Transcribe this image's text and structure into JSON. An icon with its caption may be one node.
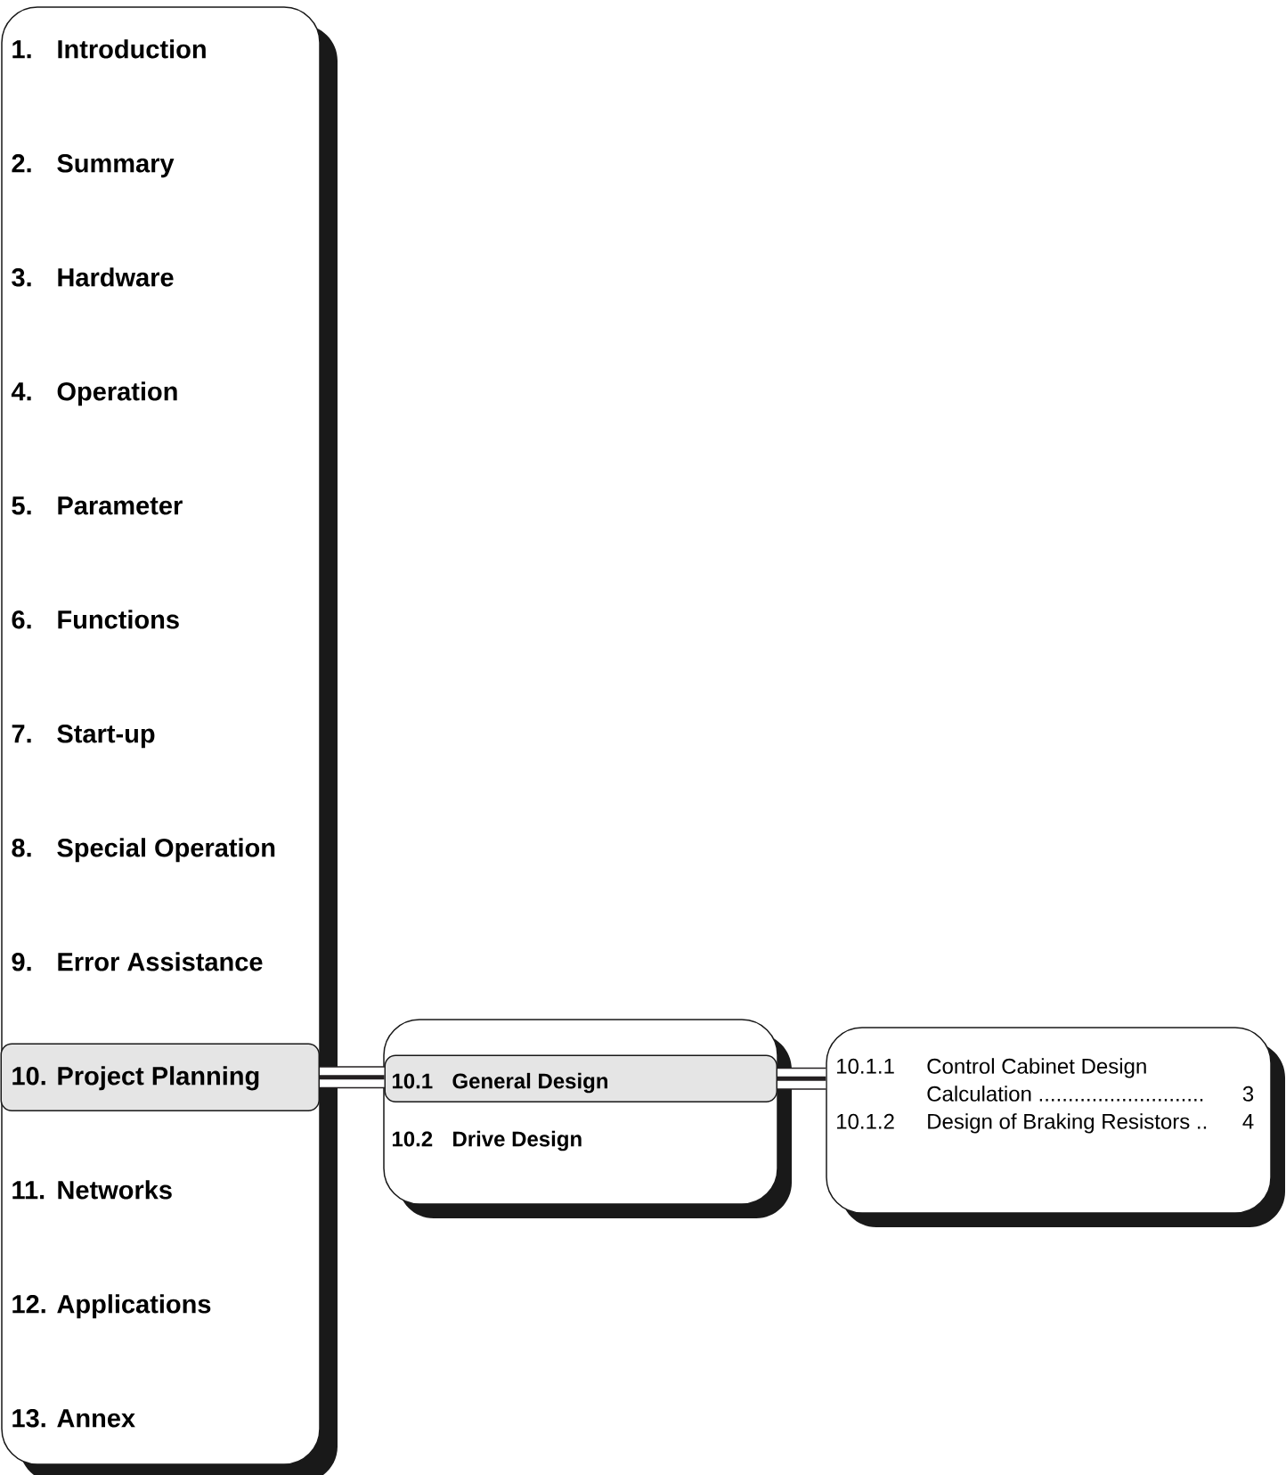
{
  "diagram": {
    "nodes": [
      {
        "text": [],
        "shape": "box"
      },
      {
        "text": [
          "1.",
          "Introduction"
        ],
        "in": 0
      },
      {
        "text": [
          "2.",
          "Summary"
        ],
        "in": 0
      },
      {
        "text": [
          "3.",
          "Hardware"
        ],
        "in": 0
      },
      {
        "text": [
          "4.",
          "Operation"
        ],
        "in": 0
      },
      {
        "text": [
          "5.",
          "Parameter"
        ],
        "in": 0
      },
      {
        "text": [
          "6.",
          "Functions"
        ],
        "in": 0
      },
      {
        "text": [
          "7.",
          "Start-up"
        ],
        "in": 0
      },
      {
        "text": [
          "8.",
          "Special Operation"
        ],
        "in": 0
      },
      {
        "text": [
          "9.",
          "Error Assistance"
        ],
        "in": 0
      },
      {
        "text": [
          "10.",
          "Project Planning"
        ],
        "in": 0
      },
      {
        "text": [
          "11.",
          "Networks"
        ],
        "in": 0
      },
      {
        "text": [
          "12.",
          "Applications"
        ],
        "in": 0
      },
      {
        "text": [
          "13.",
          "Annex"
        ],
        "in": 0
      },
      {
        "text": [],
        "shape": "box"
      },
      {
        "text": [
          "10.1",
          "General Design"
        ],
        "in": 14
      },
      {
        "text": [
          "10.2",
          "Drive Design"
        ],
        "in": 14
      },
      {
        "text": [
          "10.1.1",
          "Control Cabinet Design Calculation ............................",
          "3",
          "10.1.2",
          "Design of Braking Resistors ..",
          "4"
        ]
      }
    ],
    "edges": [
      {
        "from": 10,
        "to": 15,
        "arrow": "none"
      },
      {
        "from": 15,
        "to": 17,
        "arrow": "none"
      }
    ]
  }
}
